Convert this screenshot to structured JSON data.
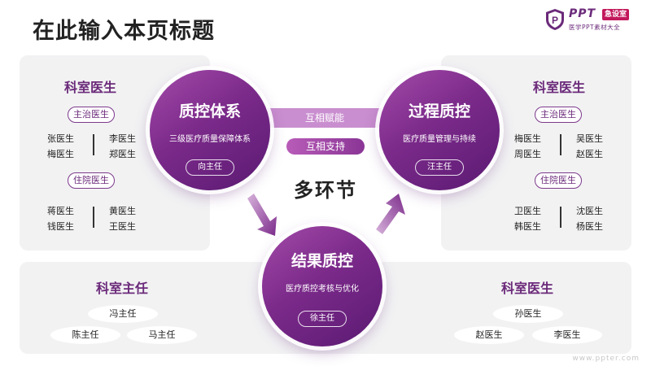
{
  "title": "在此输入本页标题",
  "logo": {
    "brand": "PPT",
    "badge": "急设室",
    "tagline": "医学PPT素材大全"
  },
  "left_top": {
    "title": "科室医生",
    "group1": {
      "label": "主治医生",
      "names": [
        "张医生",
        "梅医生",
        "李医生",
        "郑医生"
      ]
    },
    "group2": {
      "label": "住院医生",
      "names": [
        "蒋医生",
        "钱医生",
        "黄医生",
        "王医生"
      ]
    }
  },
  "right_top": {
    "title": "科室医生",
    "group1": {
      "label": "主治医生",
      "names": [
        "梅医生",
        "周医生",
        "吴医生",
        "赵医生"
      ]
    },
    "group2": {
      "label": "住院医生",
      "names": [
        "卫医生",
        "韩医生",
        "沈医生",
        "杨医生"
      ]
    }
  },
  "bottom_left": {
    "title": "科室主任",
    "names": [
      "冯主任",
      "陈主任",
      "马主任"
    ]
  },
  "bottom_right": {
    "title": "科室医生",
    "names": [
      "孙医生",
      "赵医生",
      "李医生"
    ]
  },
  "circles": {
    "quality_system": {
      "title": "质控体系",
      "desc": "三级医疗质量保障体系",
      "button": "向主任"
    },
    "process_control": {
      "title": "过程质控",
      "desc": "医疗质量管理与持续",
      "button": "汪主任"
    },
    "result_control": {
      "title": "结果质控",
      "desc": "医疗质控考核与优化",
      "button": "徐主任"
    }
  },
  "connector": {
    "empower": "互相赋能",
    "support": "互相支持",
    "center": "多环节"
  },
  "watermark": "www.ppter.com",
  "colors": {
    "accent": "#6b2a7a",
    "circle_dark": "#5a1a72",
    "circle_light": "#a34aa9",
    "panel": "#f2f2f3"
  }
}
